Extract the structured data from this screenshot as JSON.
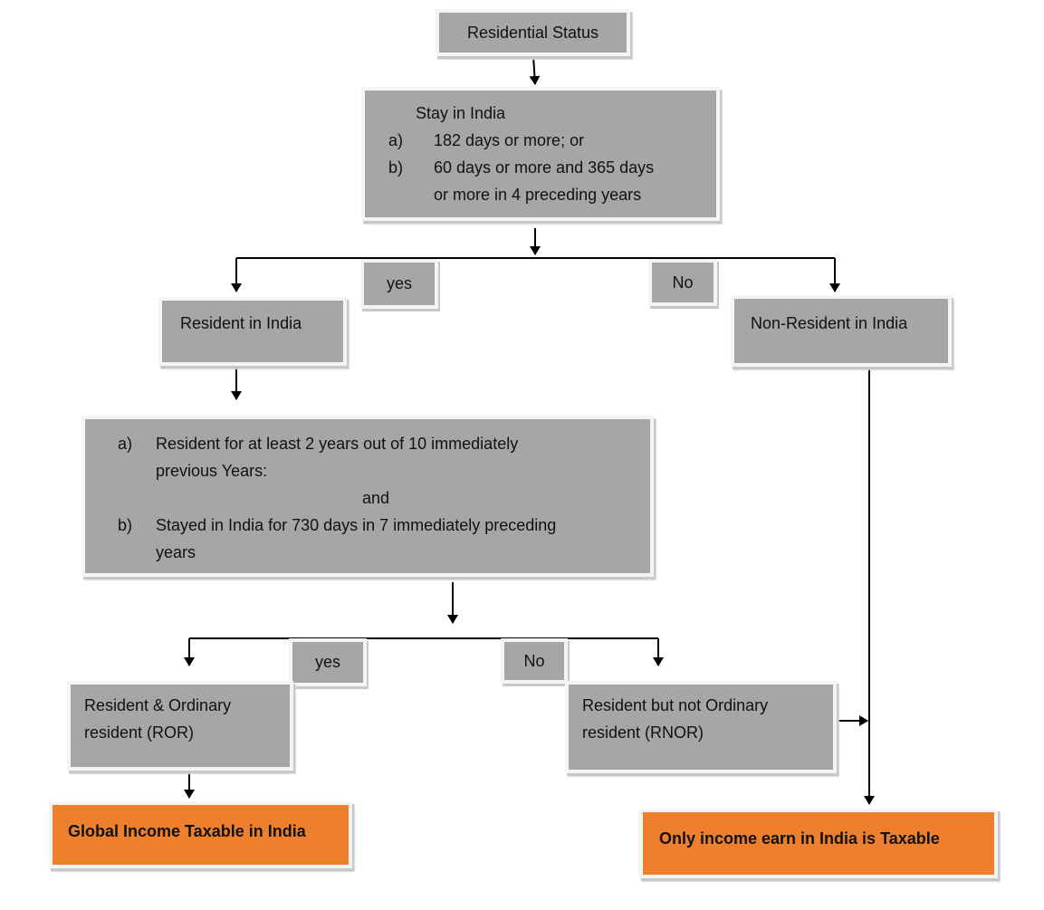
{
  "nodes": {
    "residential_status": "Residential Status",
    "stay_in_india": {
      "heading": "Stay in India",
      "items": [
        {
          "marker": "a)",
          "lines": [
            "182 days or more; or"
          ]
        },
        {
          "marker": "b)",
          "lines": [
            "60 days or more and 365 days",
            "or more in 4 preceding years"
          ]
        }
      ]
    },
    "resident_in_india": "Resident in India",
    "non_resident_in_india": "Non-Resident in India",
    "ror_conditions": {
      "items": [
        {
          "marker": "a)",
          "lines": [
            "Resident for at least 2 years out of 10 immediately",
            "previous Years:"
          ]
        },
        {
          "marker": "b)",
          "lines": [
            "Stayed in India for 730  days in 7 immediately preceding",
            "years"
          ]
        }
      ],
      "connector": "and"
    },
    "ror": [
      "Resident & Ordinary",
      "resident (ROR)"
    ],
    "rnor": [
      "Resident but not Ordinary",
      "resident (RNOR)"
    ],
    "global_income": "Global Income Taxable in India",
    "india_income": "Only income earn in India is Taxable"
  },
  "edge_labels": {
    "yes_1": "yes",
    "no_1": "No",
    "yes_2": "yes",
    "no_2": "No"
  },
  "colors": {
    "box_fill": "#a6a6a6",
    "result_fill": "#ee7f2d",
    "box_border": "#f4f4f4",
    "line": "#000000"
  }
}
